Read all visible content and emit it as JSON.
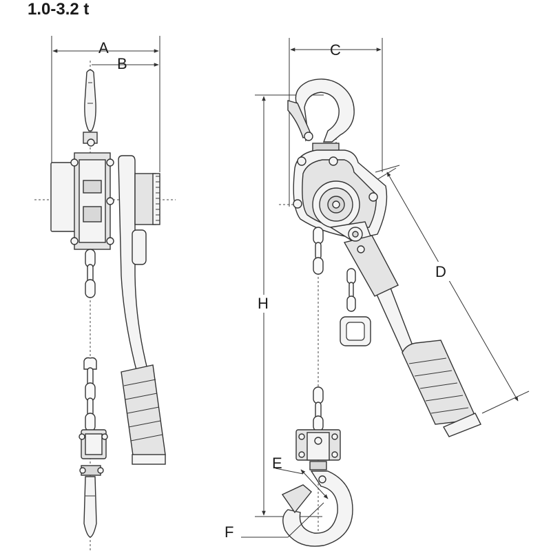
{
  "title": "1.0-3.2 t",
  "dimension_labels": {
    "A": "A",
    "B": "B",
    "C": "C",
    "D": "D",
    "E": "E",
    "F": "F",
    "H": "H"
  }
}
